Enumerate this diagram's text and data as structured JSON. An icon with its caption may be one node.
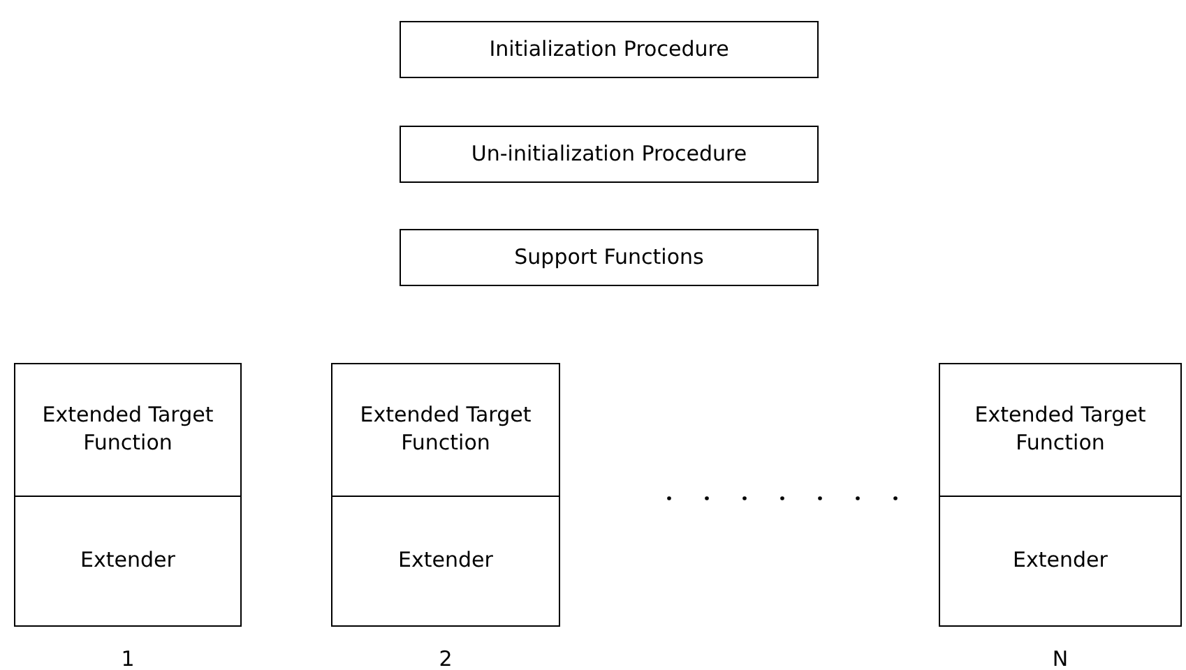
{
  "diagram": {
    "nodes": [
      {
        "text": [
          "Initialization Procedure"
        ]
      },
      {
        "text": [
          "Un-initialization Procedure"
        ]
      },
      {
        "text": [
          "Support Functions"
        ]
      },
      {
        "text": [],
        "shape": "box",
        "beside": [
          "1"
        ]
      },
      {
        "text": [
          "Extended Target Function"
        ],
        "in": 3
      },
      {
        "text": [
          "Extender"
        ],
        "in": 3
      },
      {
        "text": [],
        "shape": "box",
        "beside": [
          "2"
        ]
      },
      {
        "text": [
          "Extended Target Function"
        ],
        "in": 6
      },
      {
        "text": [
          "Extender"
        ],
        "in": 6
      },
      {
        "text": [],
        "shape": "box",
        "beside": [
          "N"
        ]
      },
      {
        "text": [
          "Extended Target Function"
        ],
        "in": 9
      },
      {
        "text": [
          "Extender"
        ],
        "in": 9
      }
    ]
  }
}
